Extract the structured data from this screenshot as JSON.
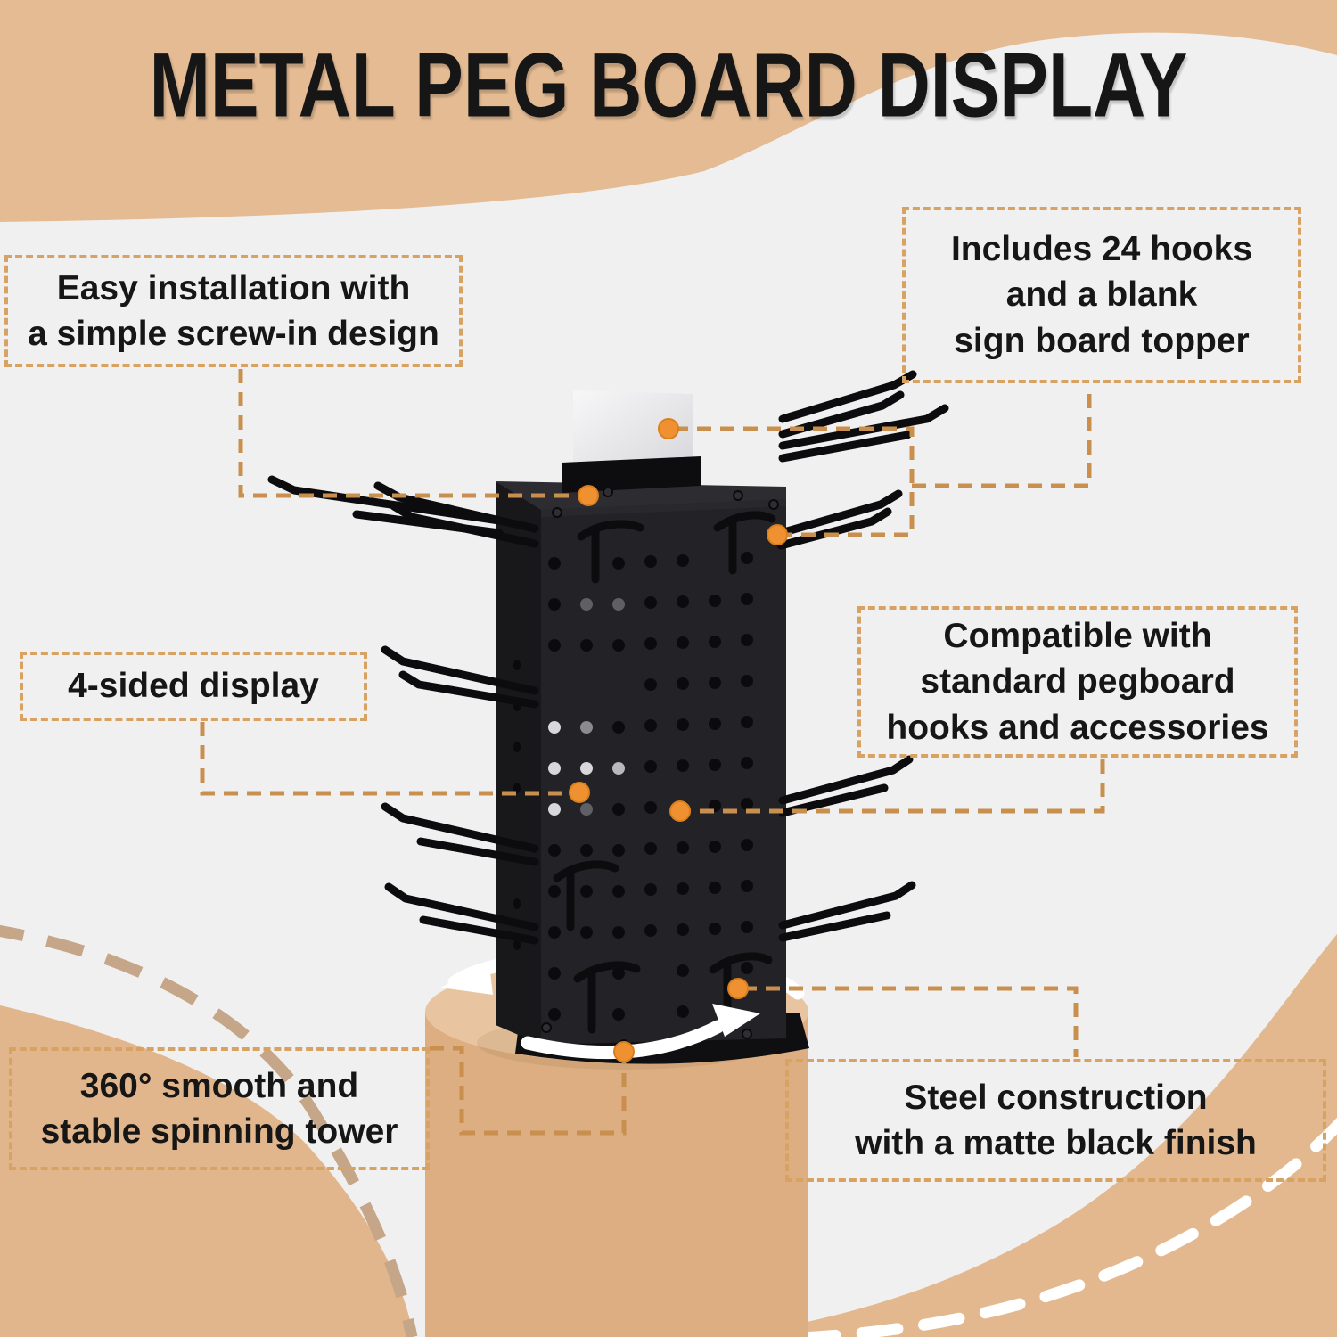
{
  "title": "METAL PEG BOARD DISPLAY",
  "callouts": {
    "easy_installation": {
      "text": "Easy installation with\na simple screw-in design"
    },
    "includes_hooks": {
      "text": "Includes 24 hooks\nand a blank\nsign board topper"
    },
    "four_sided": {
      "text": "4-sided display"
    },
    "compatible": {
      "text": "Compatible with\nstandard pegboard\nhooks and accessories"
    },
    "spinning": {
      "text": "360° smooth and\nstable spinning tower"
    },
    "steel": {
      "text": "Steel construction\nwith a matte black finish"
    }
  },
  "icons": {
    "rotation_arrow": "white circular 360-degree rotation arrows",
    "connector_dot": "orange endpoint dot on dashed leader line"
  },
  "colors": {
    "background": "#f0f0f1",
    "tan_wave": "#e4bb93",
    "pedestal": "#dcae82",
    "box_border": "#d8a262",
    "leader_line": "#c98f4e",
    "endpoint_dot": "#ef9130",
    "tower_black": "#232327",
    "title_text": "#161616"
  }
}
